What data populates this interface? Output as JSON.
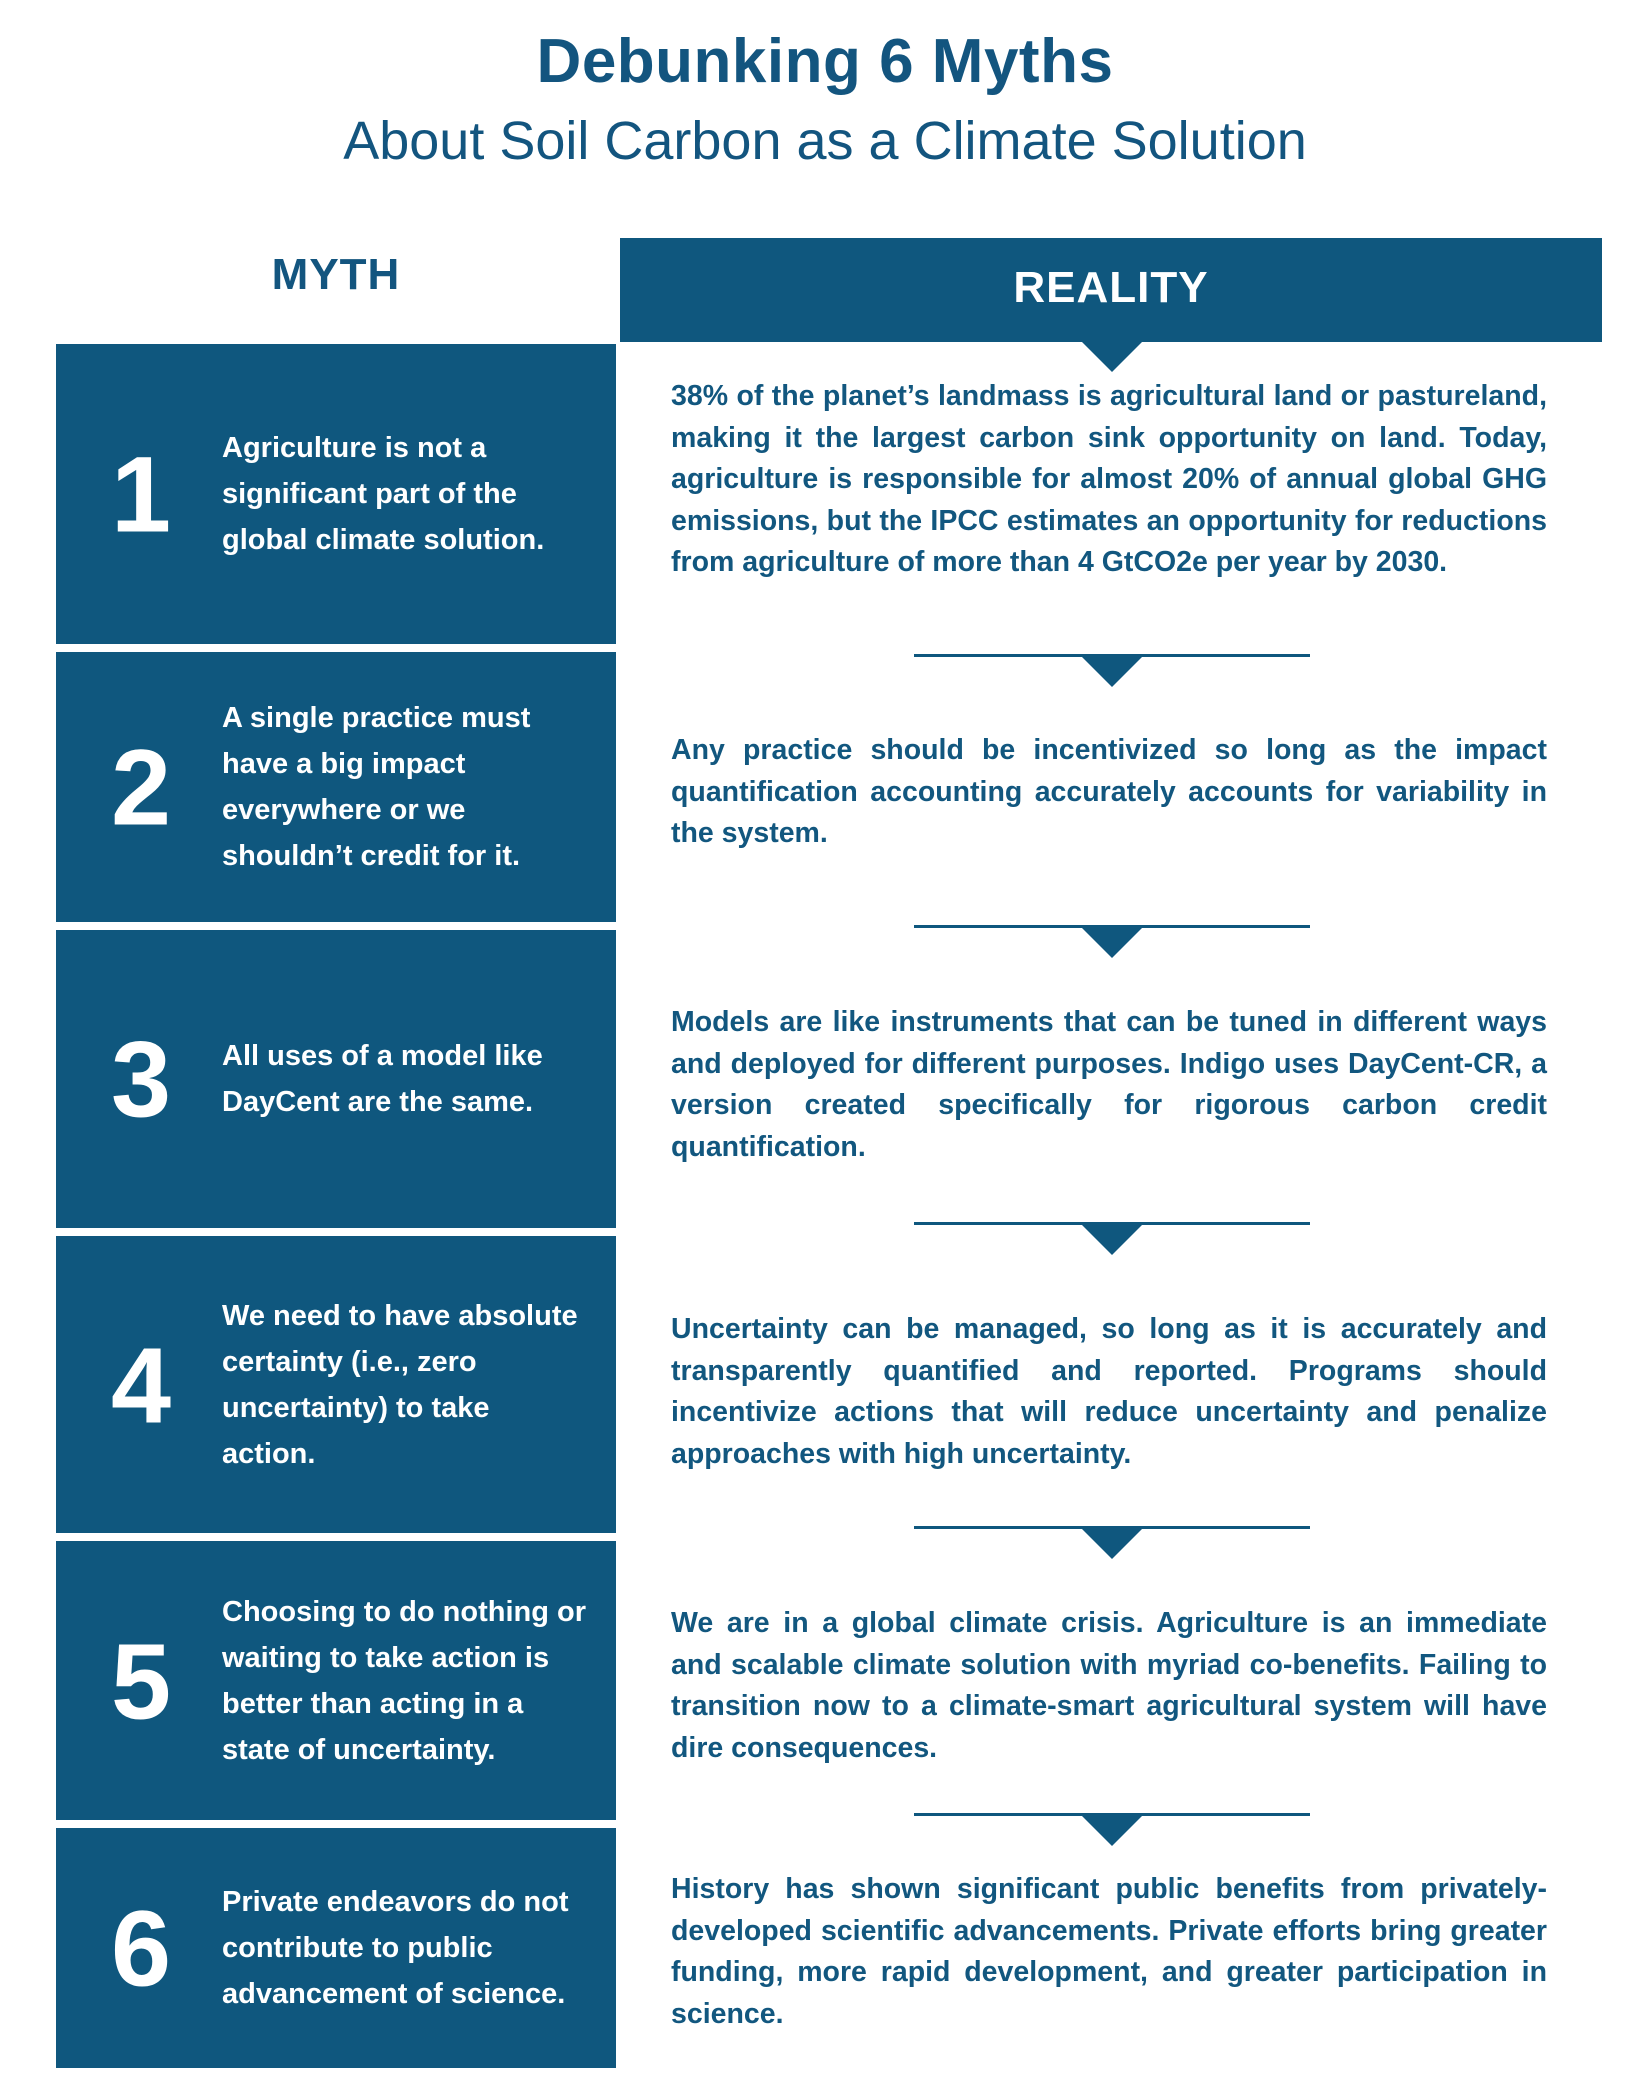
{
  "title": {
    "main": "Debunking 6 Myths",
    "sub": "About Soil Carbon as a Climate Solution"
  },
  "headers": {
    "myth": "MYTH",
    "reality": "REALITY"
  },
  "items": [
    {
      "number": "1",
      "myth": "Agriculture is not a significant part of the global climate solution.",
      "reality": "38% of the planet’s landmass is agricultural land or pastureland, making it the largest carbon sink opportunity on land. Today, agriculture is responsible for almost 20% of annual global GHG emissions, but the IPCC estimates an opportunity for reductions from agriculture of more than 4 GtCO2e per year by 2030."
    },
    {
      "number": "2",
      "myth": "A single practice must have a big impact everywhere or we shouldn’t credit for it.",
      "reality": "Any practice should be incentivized so long as the impact quantification accounting accurately accounts for variability in the system."
    },
    {
      "number": "3",
      "myth": "All uses of a model like DayCent are the same.",
      "reality": "Models are like instruments that can be tuned in different ways and deployed for different purposes. Indigo uses DayCent-CR, a version created specifically for rigorous carbon credit quantification."
    },
    {
      "number": "4",
      "myth": "We need to have absolute certainty (i.e., zero uncertainty) to take action.",
      "reality": "Uncertainty can be managed, so long as it is accurately and transparently quantified and reported. Programs should incentivize actions that will reduce uncertainty and penalize approaches with high uncertainty."
    },
    {
      "number": "5",
      "myth": "Choosing to do nothing or waiting to take action is better than acting in a state of uncertainty.",
      "reality": "We are in a global climate crisis. Agriculture is an immediate and scalable climate solution with myriad co-benefits. Failing to transition now to a climate-smart agricultural system will have dire consequences."
    },
    {
      "number": "6",
      "myth": "Private endeavors do not contribute to public advancement of science.",
      "reality": "History has shown significant public benefits from privately-developed scientific advancements. Private efforts bring greater funding, more rapid development, and greater participation in science."
    }
  ],
  "colors": {
    "primary": "#0f577e",
    "background": "#ffffff",
    "text_on_primary": "#ffffff"
  }
}
